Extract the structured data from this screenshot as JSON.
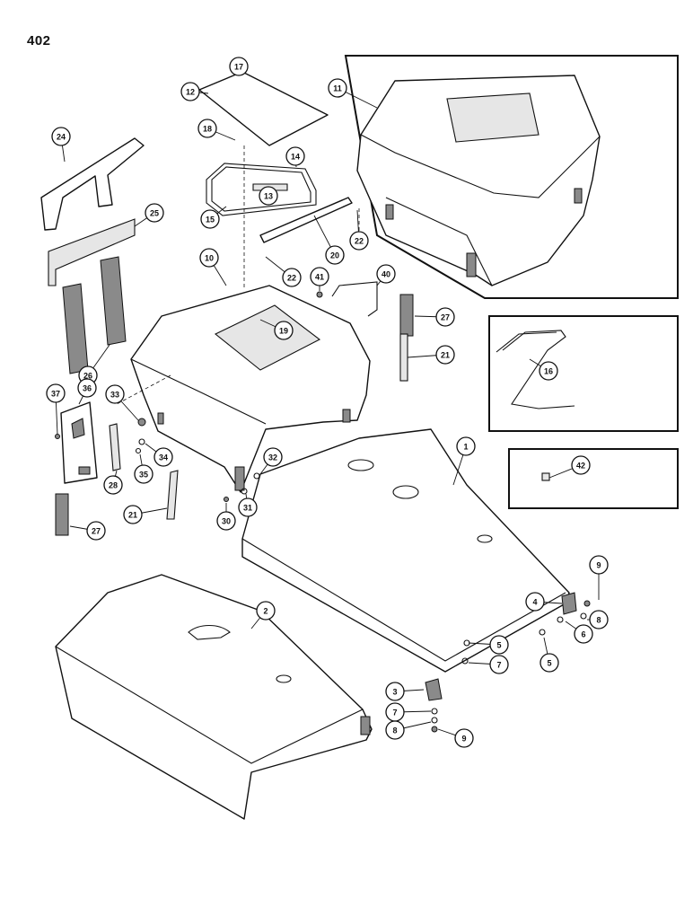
{
  "page_number": "402",
  "callouts": [
    "1",
    "2",
    "3",
    "4",
    "5",
    "5",
    "6",
    "7",
    "7",
    "8",
    "8",
    "9",
    "9",
    "10",
    "11",
    "12",
    "13",
    "14",
    "15",
    "16",
    "17",
    "18",
    "19",
    "20",
    "21",
    "21",
    "22",
    "22",
    "24",
    "25",
    "26",
    "27",
    "27",
    "28",
    "30",
    "31",
    "32",
    "33",
    "34",
    "35",
    "36",
    "37",
    "40",
    "41",
    "42"
  ]
}
